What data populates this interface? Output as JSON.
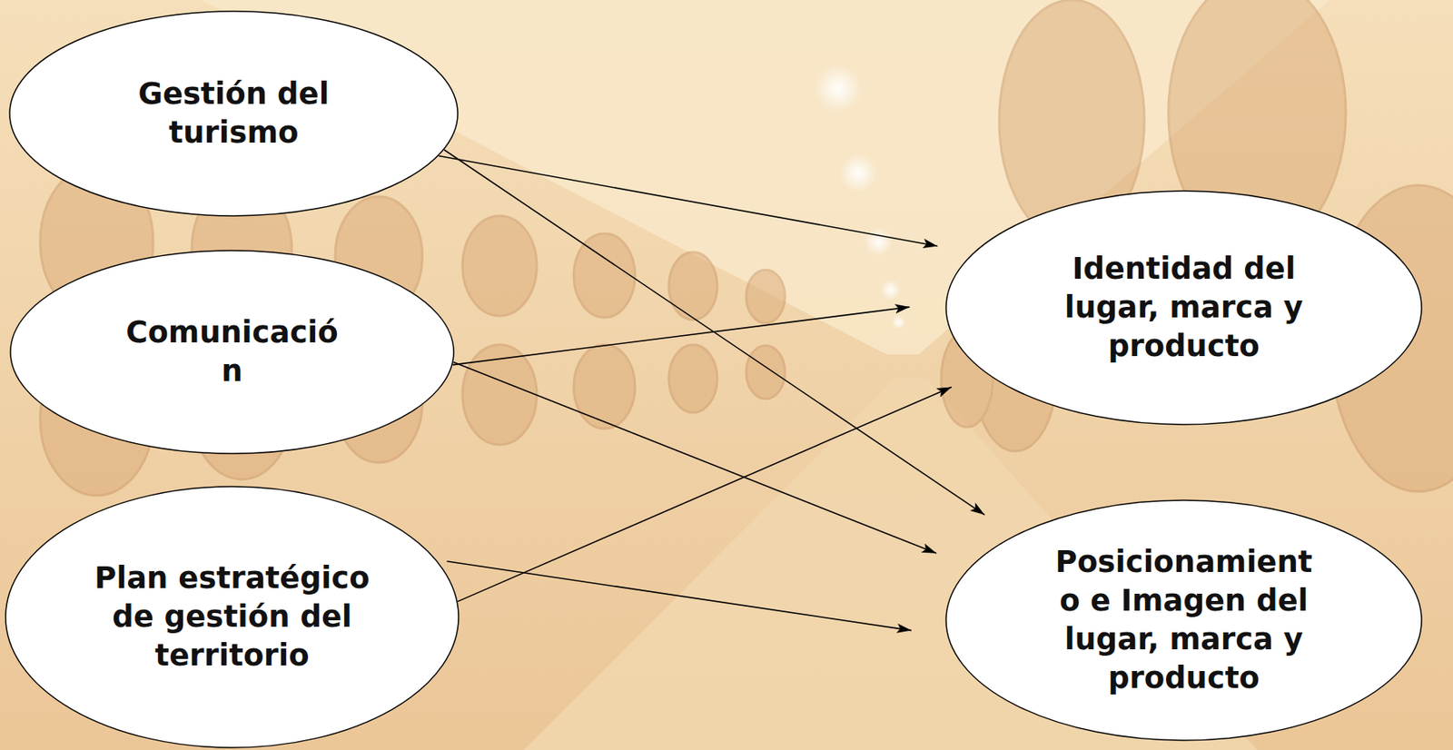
{
  "diagram": {
    "nodes": [
      {
        "text": [
          "Gestión del turismo"
        ]
      },
      {
        "text": [
          "Comunicación"
        ]
      },
      {
        "text": [
          "Plan estratégico de gestión del territorio"
        ]
      },
      {
        "text": [
          "Identidad del lugar, marca y producto"
        ]
      },
      {
        "text": [
          "Posicionamiento e Imagen del lugar, marca y producto"
        ]
      }
    ],
    "edges": [
      {
        "from": 0,
        "to": 3,
        "arrow": "to"
      },
      {
        "from": 0,
        "to": 4,
        "arrow": "to"
      },
      {
        "from": 1,
        "to": 3,
        "arrow": "to"
      },
      {
        "from": 1,
        "to": 4,
        "arrow": "to"
      },
      {
        "from": 2,
        "to": 3,
        "arrow": "to"
      },
      {
        "from": 2,
        "to": 4,
        "arrow": "to"
      }
    ]
  }
}
